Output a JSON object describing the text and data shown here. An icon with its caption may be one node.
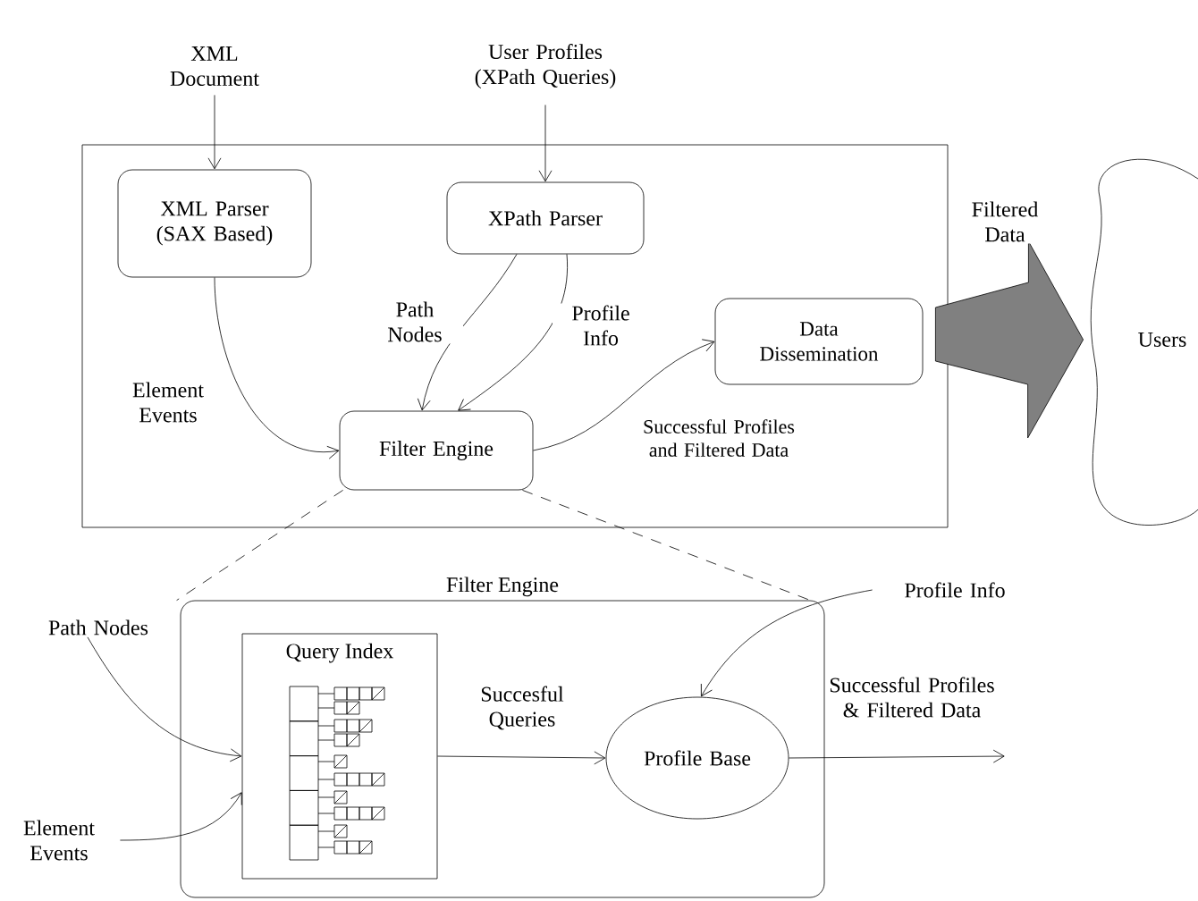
{
  "diagram": {
    "nodes": [
      {
        "text": [
          "XML Document"
        ]
      },
      {
        "text": [
          "User Profiles (XPath Queries)"
        ]
      },
      {
        "text": [],
        "shape": "box"
      },
      {
        "text": [
          "XML Parser (SAX Based)"
        ],
        "in": 2
      },
      {
        "text": [
          "XPath Parser"
        ],
        "in": 2
      },
      {
        "text": [
          "Data Dissemination"
        ],
        "in": 2
      },
      {
        "text": [
          "Filter Engine"
        ],
        "in": 2
      },
      {
        "text": [
          "Users"
        ]
      },
      {
        "text": [
          "Filter Engine"
        ]
      },
      {
        "text": [
          "Query Index"
        ],
        "in": 8
      },
      {
        "text": [
          "Profile Base"
        ],
        "in": 8
      },
      {
        "text": [
          "Path Nodes"
        ]
      },
      {
        "text": [
          "Element Events"
        ]
      },
      {
        "text": [
          "Profile Info"
        ]
      }
    ],
    "edges": [
      {
        "from": 0,
        "to": 3,
        "arrow": "to"
      },
      {
        "from": 1,
        "to": 4,
        "arrow": "to"
      },
      {
        "from": 3,
        "to": 6,
        "arrow": "to",
        "label": "Element Events"
      },
      {
        "from": 4,
        "to": 6,
        "arrow": "to",
        "label": "Path Nodes"
      },
      {
        "from": 4,
        "to": 6,
        "arrow": "to",
        "label": "Profile Info"
      },
      {
        "from": 6,
        "to": 5,
        "arrow": "to",
        "label": "Successful Profiles and Filtered Data"
      },
      {
        "from": 5,
        "to": 7,
        "arrow": "to",
        "label": "Filtered Data",
        "style": "thick",
        "color": "#808080"
      },
      {
        "from": 6,
        "to": 8,
        "arrow": "none",
        "style": "dashed"
      },
      {
        "from": 6,
        "to": 8,
        "arrow": "none",
        "style": "dashed"
      },
      {
        "from": 11,
        "to": 9,
        "arrow": "to"
      },
      {
        "from": 12,
        "to": 9,
        "arrow": "to"
      },
      {
        "from": 9,
        "to": 10,
        "arrow": "to",
        "label": "Succesful Queries"
      },
      {
        "from": 13,
        "to": 10,
        "arrow": "to"
      },
      {
        "from": 10,
        "to": null,
        "arrow": "to",
        "label": "Successful Profiles & Filtered Data"
      }
    ]
  }
}
